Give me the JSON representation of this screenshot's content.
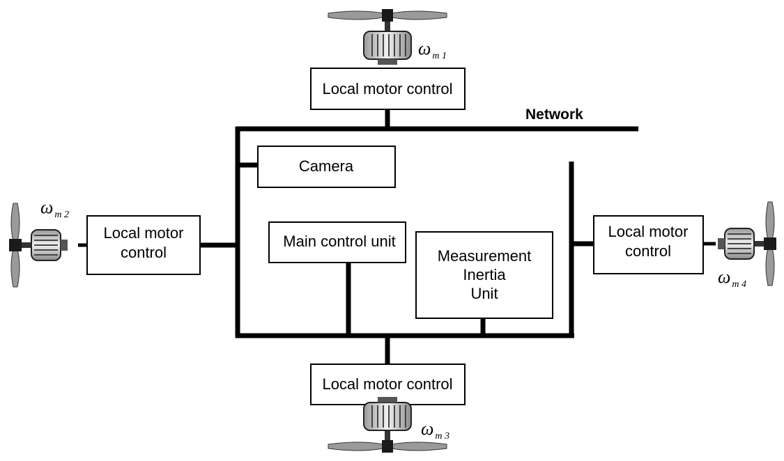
{
  "diagram": {
    "network_label": "Network",
    "camera_label": "Camera",
    "main_control_label": "Main control unit",
    "imu_lines": [
      "Measurement",
      "Inertia",
      "Unit"
    ],
    "motor_controls": {
      "top": [
        "Local motor control"
      ],
      "left": [
        "Local motor",
        "control"
      ],
      "right": [
        "Local motor",
        "control"
      ],
      "bottom": [
        "Local motor control"
      ]
    },
    "motor_speeds": {
      "m1": {
        "symbol": "ω",
        "subscript": "m 1"
      },
      "m2": {
        "symbol": "ω",
        "subscript": "m 2"
      },
      "m3": {
        "symbol": "ω",
        "subscript": "m 3"
      },
      "m4": {
        "symbol": "ω",
        "subscript": "m 4"
      }
    },
    "colors": {
      "line": "#000000",
      "background": "#ffffff",
      "motor_body": "#dcdcdc"
    }
  }
}
